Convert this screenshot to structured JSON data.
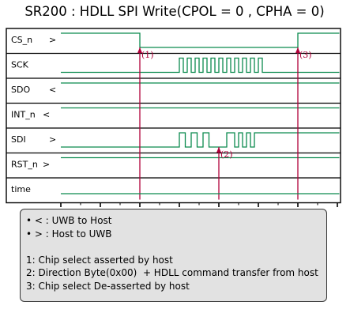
{
  "title": "SR200 : HDLL SPI Write(CPOL = 0 , CPHA = 0)",
  "signals": [
    {
      "name": "CS_n",
      "dir": ">"
    },
    {
      "name": "SCK",
      "dir": ""
    },
    {
      "name": "SDO",
      "dir": "<"
    },
    {
      "name": "INT_n",
      "dir": "<"
    },
    {
      "name": "SDI",
      "dir": ">"
    },
    {
      "name": "RST_n",
      "dir": ">"
    },
    {
      "name": "time",
      "dir": ""
    }
  ],
  "time_ticks": [
    "2",
    "4",
    "5",
    "6",
    "7",
    "8"
  ],
  "markers": [
    {
      "label": "(1)",
      "time": 4
    },
    {
      "label": "(2)",
      "time": 6
    },
    {
      "label": "(3)",
      "time": 8
    }
  ],
  "waveforms": {
    "CS_n": [
      [
        2,
        1
      ],
      [
        4,
        0
      ],
      [
        8,
        1
      ]
    ],
    "SCK": [
      [
        2,
        0
      ],
      [
        5,
        1
      ],
      [
        5.1,
        0
      ],
      [
        5.2,
        1
      ],
      [
        5.3,
        0
      ],
      [
        5.4,
        1
      ],
      [
        5.5,
        0
      ],
      [
        5.6,
        1
      ],
      [
        5.7,
        0
      ],
      [
        5.8,
        1
      ],
      [
        5.9,
        0
      ],
      [
        6,
        1
      ],
      [
        6.1,
        0
      ],
      [
        6.2,
        1
      ],
      [
        6.3,
        0
      ],
      [
        6.4,
        1
      ],
      [
        6.5,
        0
      ],
      [
        6.6,
        1
      ],
      [
        6.7,
        0
      ],
      [
        6.8,
        1
      ],
      [
        6.9,
        0
      ],
      [
        7,
        1
      ],
      [
        7.1,
        0
      ]
    ],
    "SDO": [
      [
        2,
        1
      ]
    ],
    "INT_n": [
      [
        2,
        1
      ]
    ],
    "SDI": [
      [
        2,
        0
      ],
      [
        5,
        1
      ],
      [
        5.15,
        0
      ],
      [
        5.3,
        1
      ],
      [
        5.45,
        0
      ],
      [
        5.6,
        1
      ],
      [
        5.75,
        0
      ],
      [
        6.2,
        1
      ],
      [
        6.4,
        0
      ],
      [
        6.5,
        1
      ],
      [
        6.6,
        0
      ],
      [
        6.7,
        1
      ],
      [
        6.8,
        0
      ],
      [
        6.9,
        1
      ]
    ],
    "RST_n": [
      [
        2,
        1
      ]
    ]
  },
  "legend": {
    "lines": [
      "• < : UWB to Host",
      "• > : Host to UWB",
      "",
      "1: Chip select asserted by host",
      "2: Direction Byte(0x00)  + HDLL command transfer from host",
      "3: Chip select De-asserted by host"
    ]
  },
  "colors": {
    "wave": "#0b8a4e",
    "marker": "#b0003a",
    "frame": "#000000",
    "legend_bg": "#e2e2e2"
  }
}
